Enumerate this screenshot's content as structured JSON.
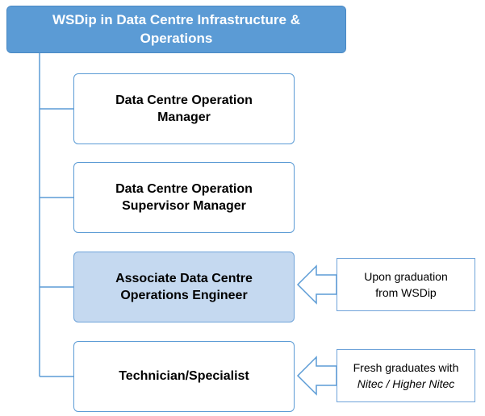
{
  "header": {
    "line1": "WSDip in Data Centre Infrastructure &",
    "line2": "Operations"
  },
  "roles": [
    {
      "line1": "Data Centre Operation",
      "line2": "Manager"
    },
    {
      "line1": "Data Centre Operation",
      "line2": "Supervisor Manager"
    },
    {
      "line1": "Associate Data Centre",
      "line2": "Operations Engineer"
    },
    {
      "line1": "Technician/Specialist",
      "line2": ""
    }
  ],
  "notes": [
    {
      "line1": "Upon graduation",
      "line2": "from WSDip"
    },
    {
      "line1": "Fresh graduates with",
      "line2": "Nitec / Higher Nitec"
    }
  ],
  "colors": {
    "header_fill": "#5b9bd5",
    "box_border": "#5b9bd5",
    "highlight_fill": "#c5d9f0",
    "connector": "#5b9bd5"
  }
}
